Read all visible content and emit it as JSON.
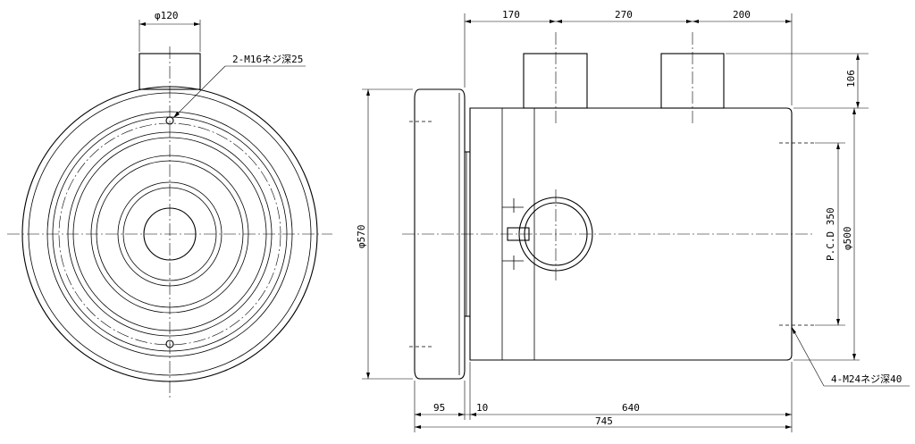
{
  "drawing": {
    "front_view": {
      "dim_nozzle_dia": "φ120",
      "note_tap_holes": "2-M16ネジ深25"
    },
    "side_view": {
      "dim_top_170": "170",
      "dim_top_270": "270",
      "dim_top_200": "200",
      "dim_nozzle_height": "106",
      "dim_flange_dia": "φ570",
      "dim_pcd": "P.C.D 350",
      "dim_body_dia": "φ500",
      "dim_bottom_95": "95",
      "dim_bottom_10": "10",
      "dim_bottom_640": "640",
      "dim_total": "745",
      "note_bolt_holes": "4-M24ネジ深40"
    }
  }
}
